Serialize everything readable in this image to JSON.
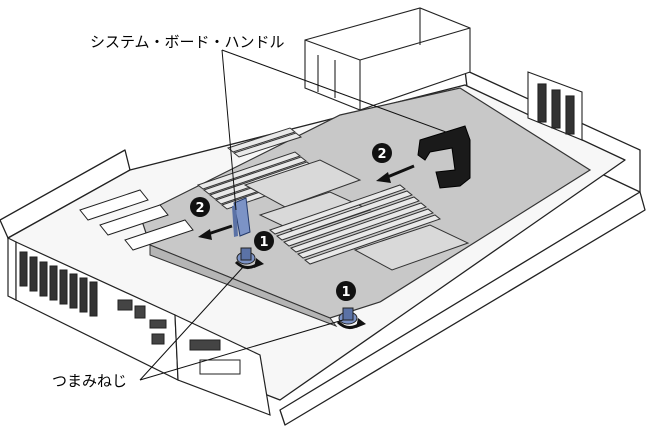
{
  "labels": {
    "handle_label": "システム・ボード・ハンドル",
    "screw_label": "つまみねじ"
  },
  "steps": {
    "step1_a": "1",
    "step1_b": "1",
    "step2_a": "2",
    "step2_b": "2"
  },
  "colors": {
    "board": "#c8c8c8",
    "chassis_line": "#222222",
    "handle_left": "#7c93c6",
    "handle_right": "#1a1a1a",
    "callout_circle": "#111111"
  }
}
